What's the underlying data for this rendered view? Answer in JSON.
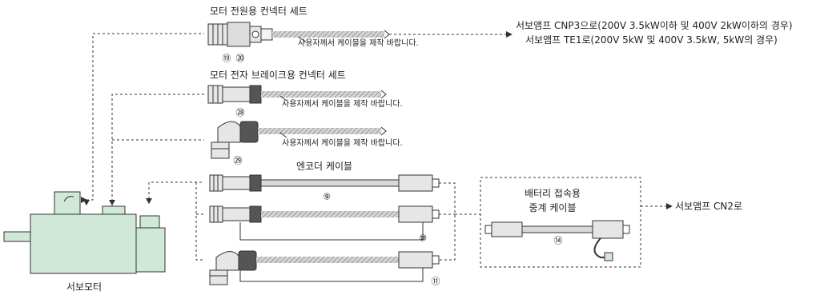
{
  "titles": {
    "power_set": "모터 전원용 컨넥터 세트",
    "brake_set": "모터 전자 브레이크용 컨넥터 세트",
    "encoder_cable": "엔코더 케이블",
    "battery_cable_1": "배터리 접속용",
    "battery_cable_2": "중계 케이블",
    "servo_motor": "서보모터"
  },
  "notes": {
    "user_make_1": "사용자께서 케이블을 제작 바랍니다.",
    "user_make_2": "사용자께서 케이블을 제작 바랍니다.",
    "user_make_3": "사용자께서 케이블을 제작 바랍니다.",
    "dest_line1": "서보앰프 CNP3으로(200V 3.5kW이하 및 400V 2kW이하의 경우)",
    "dest_line2": "서보앰프 TE1로(200V 5kW 및 400V 3.5kW, 5kW의 경우)",
    "to_cn2": "서보앰프 CN2로"
  },
  "part_numbers": {
    "n19": "⑲",
    "n20": "⑳",
    "n28": "㉘",
    "n29": "㉙",
    "n9": "⑨",
    "n10": "⑩",
    "n11": "⑪",
    "n14": "⑭"
  },
  "colors": {
    "motor_fill": "#cfe8d8",
    "cable_fill": "#d8d8d8",
    "line": "#333333"
  }
}
